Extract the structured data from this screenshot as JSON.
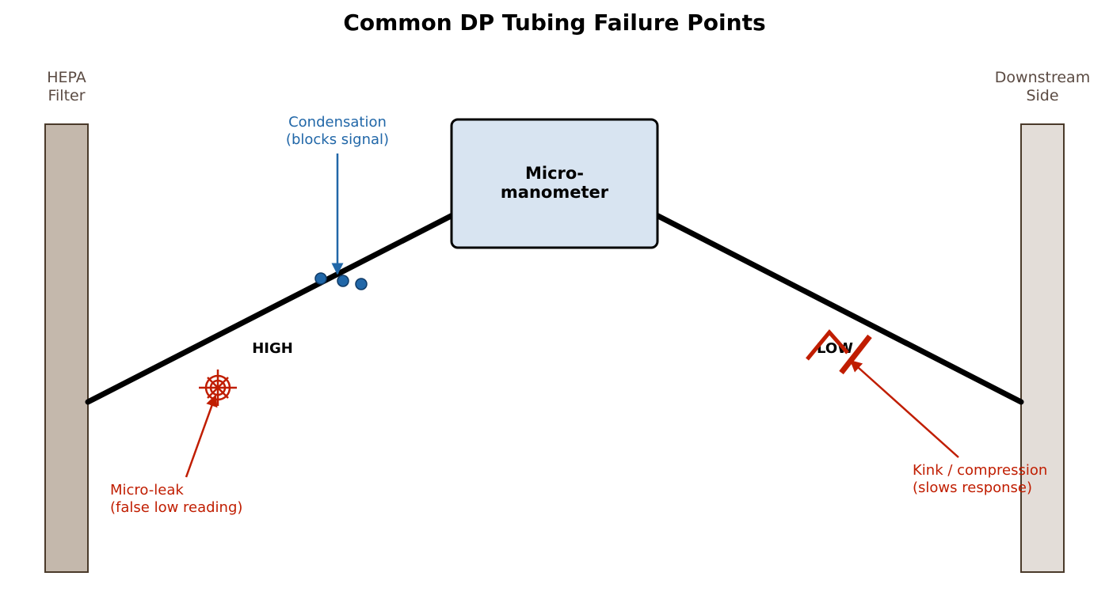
{
  "title": "Common DP Tubing Failure Points",
  "left_side": {
    "line1": "HEPA",
    "line2": "Filter"
  },
  "right_side": {
    "line1": "Downstream",
    "line2": "Side"
  },
  "device": {
    "line1": "Micro-",
    "line2": "manometer"
  },
  "ports": {
    "high": "HIGH",
    "low": "LOW"
  },
  "failures": {
    "condensation": {
      "line1": "Condensation",
      "line2": "(blocks signal)",
      "icon": "water-droplets-icon"
    },
    "micro_leak": {
      "line1": "Micro-leak",
      "line2": "(false low reading)",
      "icon": "leak-burst-icon"
    },
    "kink": {
      "line1": "Kink / compression",
      "line2": "(slows response)",
      "icon": "kink-zigzag-icon"
    }
  },
  "colors": {
    "hepa_filter": "#c4b8ac",
    "downstream": "#e3ddd8",
    "wall_border": "#4a3a2a",
    "device_fill": "#d8e4f1",
    "tubing": "#000000",
    "failure_red": "#c01d00",
    "condensation_blue": "#2167a8"
  }
}
